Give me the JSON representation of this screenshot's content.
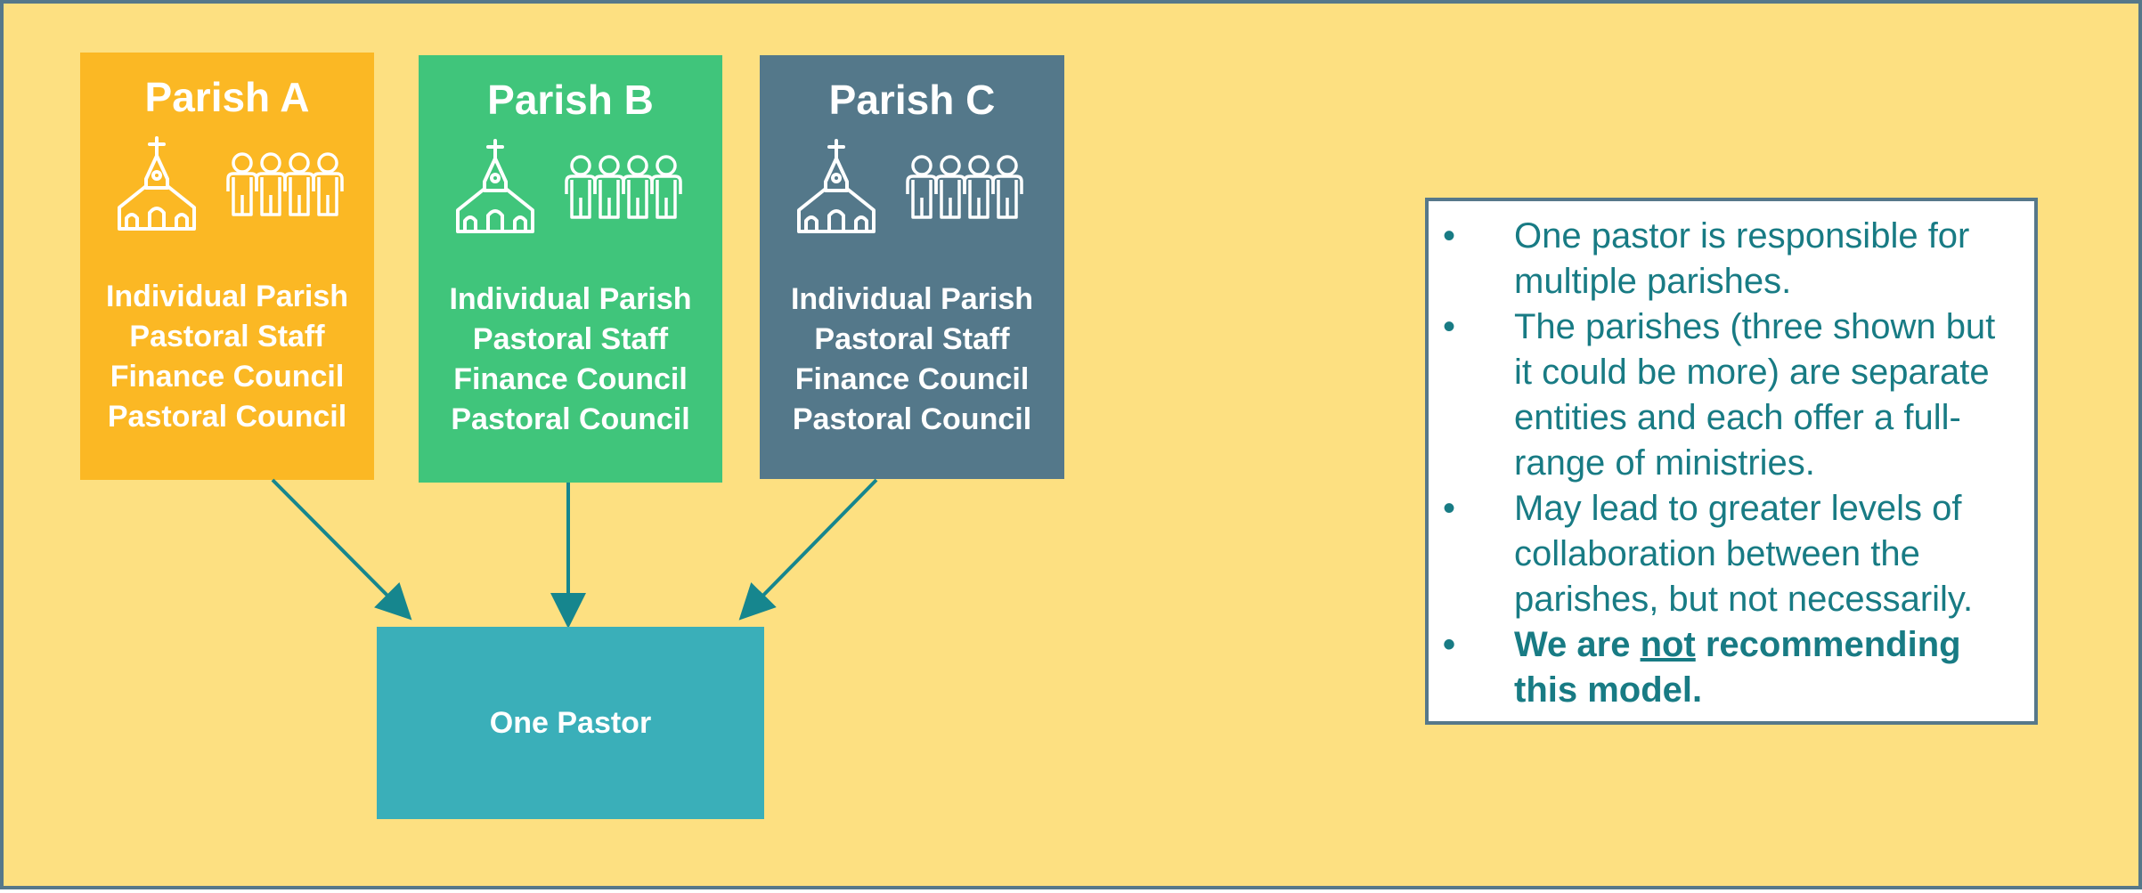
{
  "colors": {
    "background": "#fde081",
    "border": "#56788a",
    "parish_a": "#fbb824",
    "parish_b": "#40c57b",
    "parish_c": "#54788a",
    "pastor": "#3aafb9",
    "arrow": "#16868e",
    "note_text": "#187b84"
  },
  "parishes": [
    {
      "name": "Parish A",
      "icons": [
        "church-icon",
        "people-icon"
      ],
      "roles": [
        "Individual Parish",
        "Pastoral Staff",
        "Finance Council",
        "Pastoral Council"
      ]
    },
    {
      "name": "Parish B",
      "icons": [
        "church-icon",
        "people-icon"
      ],
      "roles": [
        "Individual Parish",
        "Pastoral Staff",
        "Finance Council",
        "Pastoral Council"
      ]
    },
    {
      "name": "Parish C",
      "icons": [
        "church-icon",
        "people-icon"
      ],
      "roles": [
        "Individual Parish",
        "Pastoral Staff",
        "Finance Council",
        "Pastoral Council"
      ]
    }
  ],
  "pastor": {
    "label": "One Pastor"
  },
  "notes": {
    "bullet": "•",
    "items": [
      "One pastor is responsible for multiple parishes.",
      "The parishes (three shown but it could be more) are separate entities and each offer a full-range of ministries.",
      "May lead to greater levels of collaboration between the parishes, but not necessarily."
    ],
    "emphasis": {
      "before": "We are ",
      "underlined": "not",
      "after": " recommending this model."
    }
  }
}
